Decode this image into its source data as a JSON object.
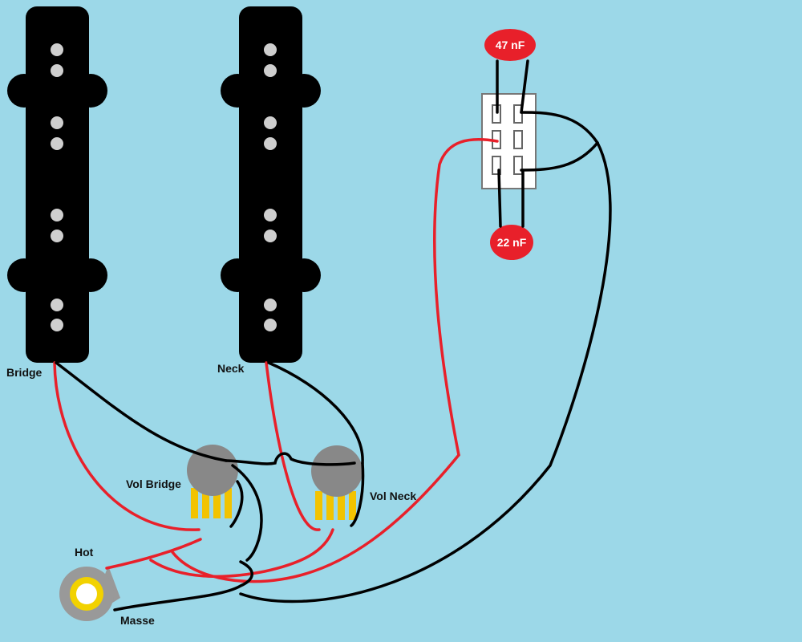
{
  "labels": {
    "bridge": "Bridge",
    "neck": "Neck",
    "vol_bridge": "Vol Bridge",
    "vol_neck": "Vol Neck",
    "hot": "Hot",
    "masse": "Masse"
  },
  "capacitors": {
    "top": "47 nF",
    "bottom": "22 nF"
  },
  "colors": {
    "background": "#9cd8e8",
    "pickup": "#000000",
    "pole": "#cfcfcf",
    "wire_hot": "#e8202a",
    "wire_ground": "#000000",
    "capacitor": "#e8202a",
    "pot_body": "#888888",
    "pot_lugs": "#f2c300",
    "jack_ring": "#f2d200",
    "jack_body": "#999999"
  }
}
